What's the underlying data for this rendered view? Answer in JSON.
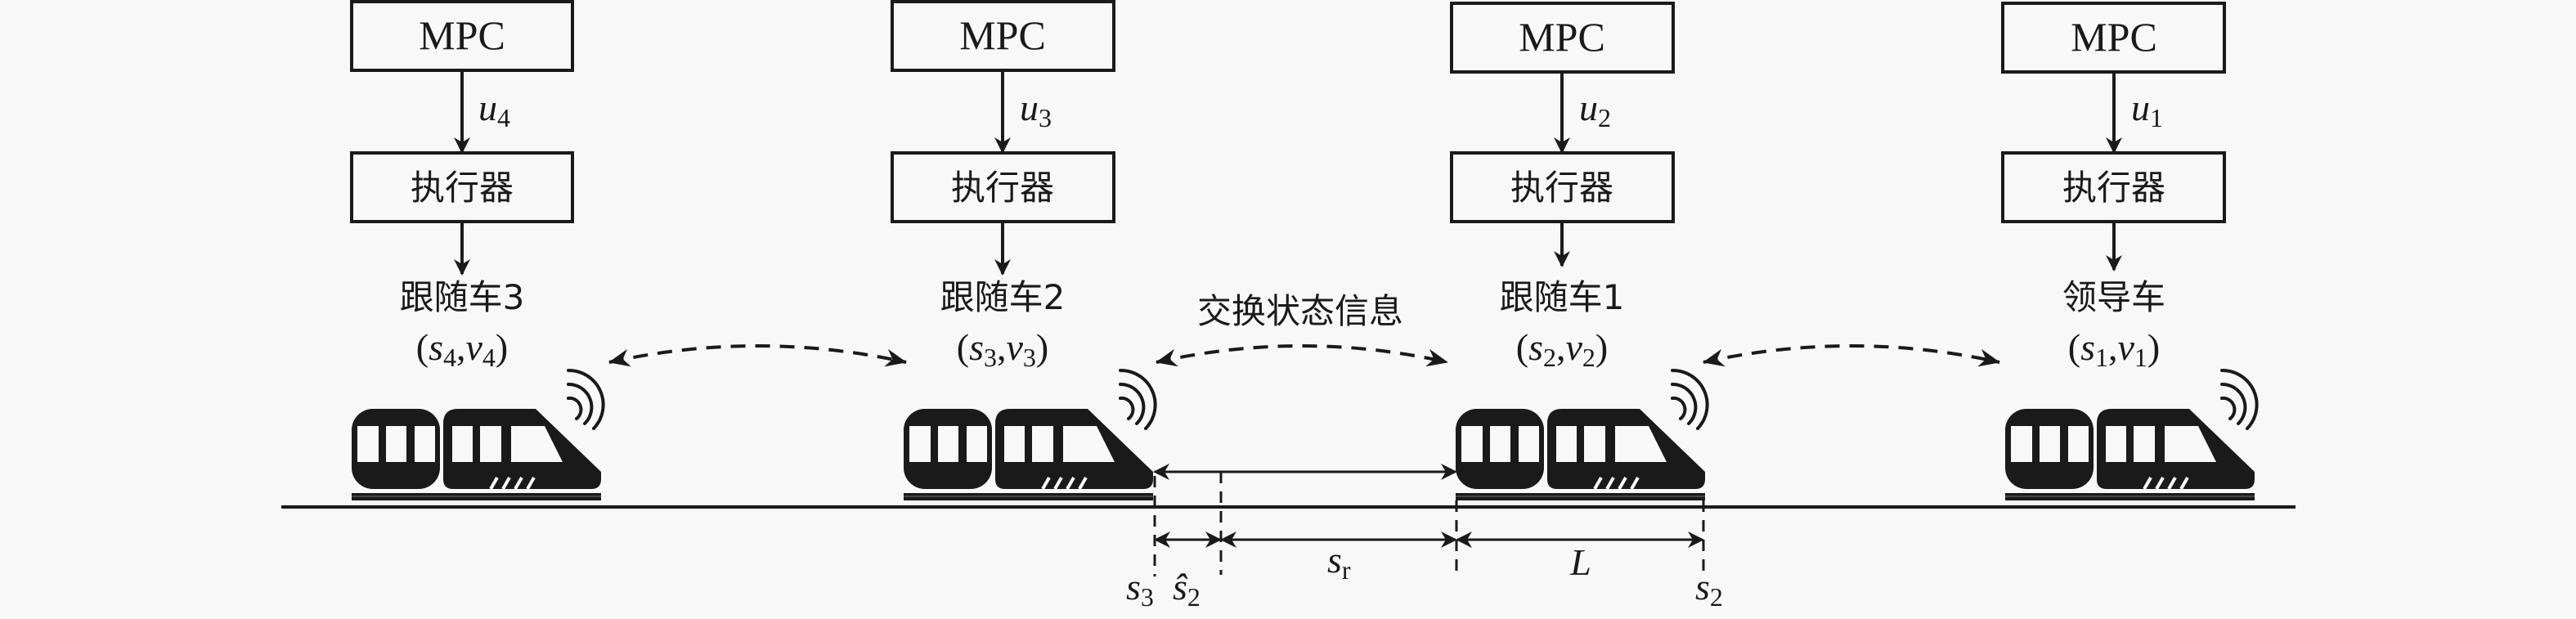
{
  "diagram": {
    "title": "MPC-based train platoon with state information exchange",
    "colors": {
      "ink": "#1a1a1a",
      "background": "#f8f8f8"
    },
    "controller_label": "MPC",
    "actuator_label": "执行器",
    "exchange_label": "交换状态信息",
    "units": [
      {
        "id": "follower-3",
        "name": "跟随车3",
        "control": {
          "symbol": "u",
          "sub": "4"
        },
        "state": {
          "s": "s",
          "s_sub": "4",
          "v": "v",
          "v_sub": "4"
        }
      },
      {
        "id": "follower-2",
        "name": "跟随车2",
        "control": {
          "symbol": "u",
          "sub": "3"
        },
        "state": {
          "s": "s",
          "s_sub": "3",
          "v": "v",
          "v_sub": "3"
        }
      },
      {
        "id": "follower-1",
        "name": "跟随车1",
        "control": {
          "symbol": "u",
          "sub": "2"
        },
        "state": {
          "s": "s",
          "s_sub": "2",
          "v": "v",
          "v_sub": "2"
        }
      },
      {
        "id": "leader",
        "name": "领导车",
        "control": {
          "symbol": "u",
          "sub": "1"
        },
        "state": {
          "s": "s",
          "s_sub": "1",
          "v": "v",
          "v_sub": "1"
        }
      }
    ],
    "dimensions": {
      "s3": {
        "symbol": "s",
        "sub": "3"
      },
      "s2_hat": {
        "symbol": "ŝ",
        "sub": "2"
      },
      "sr": {
        "symbol": "s",
        "sub": "r"
      },
      "L": {
        "symbol": "L"
      },
      "s2": {
        "symbol": "s",
        "sub": "2"
      }
    }
  }
}
